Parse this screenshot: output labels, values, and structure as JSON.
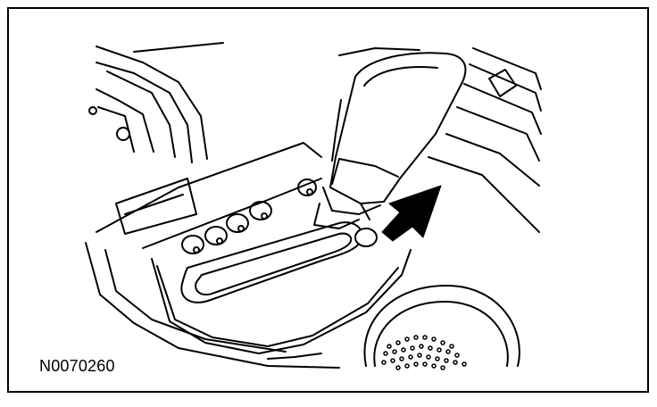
{
  "figure": {
    "id_label": "N0070260",
    "colors": {
      "line": "#000000",
      "fill": "#ffffff",
      "background": "#ffffff"
    },
    "icons": [
      "gear-selector-lever",
      "shift-lock-release-button",
      "arrow-indicator",
      "mode-buttons",
      "speaker-grille"
    ]
  }
}
